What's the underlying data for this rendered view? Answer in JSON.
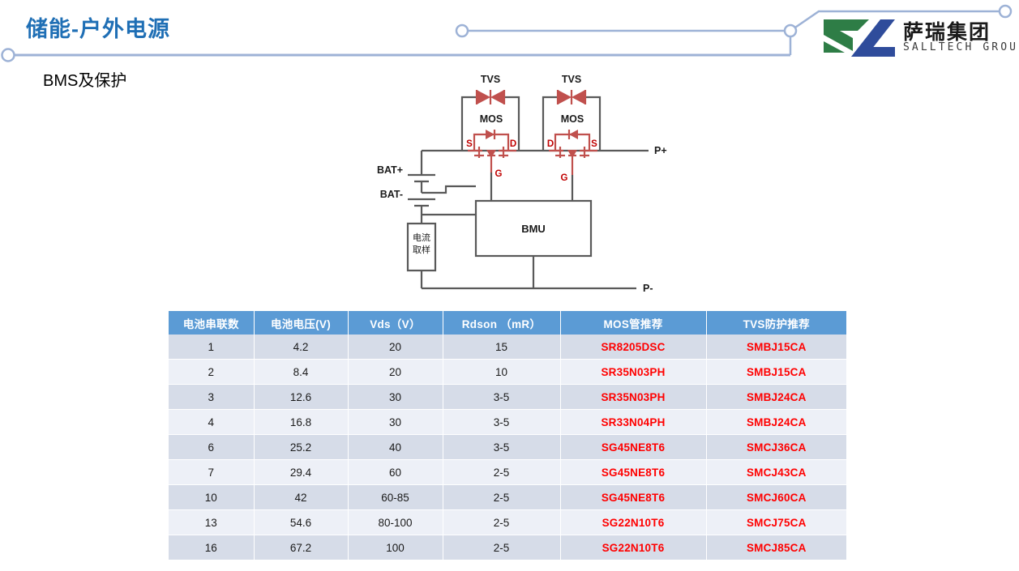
{
  "header": {
    "title": "储能-户外电源",
    "logo": {
      "cn": "萨瑞集团",
      "en": "SALLTECH GROUP",
      "mark_green": "#2E7D46",
      "mark_blue": "#2F4C9B"
    },
    "accent_color": "#1F6FB5",
    "deco_line_color": "#9DB2D6"
  },
  "subtitle": "BMS及保护",
  "circuit": {
    "labels": {
      "tvs_left": "TVS",
      "tvs_right": "TVS",
      "mos_left": "MOS",
      "mos_right": "MOS",
      "left_s": "S",
      "left_d": "D",
      "left_g": "G",
      "right_d": "D",
      "right_s": "S",
      "right_g": "G",
      "bat_plus": "BAT+",
      "bat_minus": "BAT-",
      "p_plus": "P+",
      "p_minus": "P-",
      "bmu": "BMU",
      "shunt_line1": "电流",
      "shunt_line2": "取样"
    },
    "wire_color": "#595959",
    "device_color": "#C0504D"
  },
  "table": {
    "headers": [
      "电池串联数",
      "电池电压(V)",
      "Vds（V）",
      "Rdson （mR）",
      "MOS管推荐",
      "TVS防护推荐"
    ],
    "header_bg": "#5B9BD5",
    "row_bg_odd": "#D6DCE8",
    "row_bg_even": "#EDF0F7",
    "part_color": "#FF0000",
    "rows": [
      {
        "cells": [
          "1",
          "4.2",
          "20",
          "15",
          "SR8205DSC",
          "SMBJ15CA"
        ]
      },
      {
        "cells": [
          "2",
          "8.4",
          "20",
          "10",
          "SR35N03PH",
          "SMBJ15CA"
        ]
      },
      {
        "cells": [
          "3",
          "12.6",
          "30",
          "3-5",
          "SR35N03PH",
          "SMBJ24CA"
        ]
      },
      {
        "cells": [
          "4",
          "16.8",
          "30",
          "3-5",
          "SR33N04PH",
          "SMBJ24CA"
        ]
      },
      {
        "cells": [
          "6",
          "25.2",
          "40",
          "3-5",
          "SG45NE8T6",
          "SMCJ36CA"
        ]
      },
      {
        "cells": [
          "7",
          "29.4",
          "60",
          "2-5",
          "SG45NE8T6",
          "SMCJ43CA"
        ]
      },
      {
        "cells": [
          "10",
          "42",
          "60-85",
          "2-5",
          "SG45NE8T6",
          "SMCJ60CA"
        ]
      },
      {
        "cells": [
          "13",
          "54.6",
          "80-100",
          "2-5",
          "SG22N10T6",
          "SMCJ75CA"
        ]
      },
      {
        "cells": [
          "16",
          "67.2",
          "100",
          "2-5",
          "SG22N10T6",
          "SMCJ85CA"
        ]
      }
    ]
  }
}
